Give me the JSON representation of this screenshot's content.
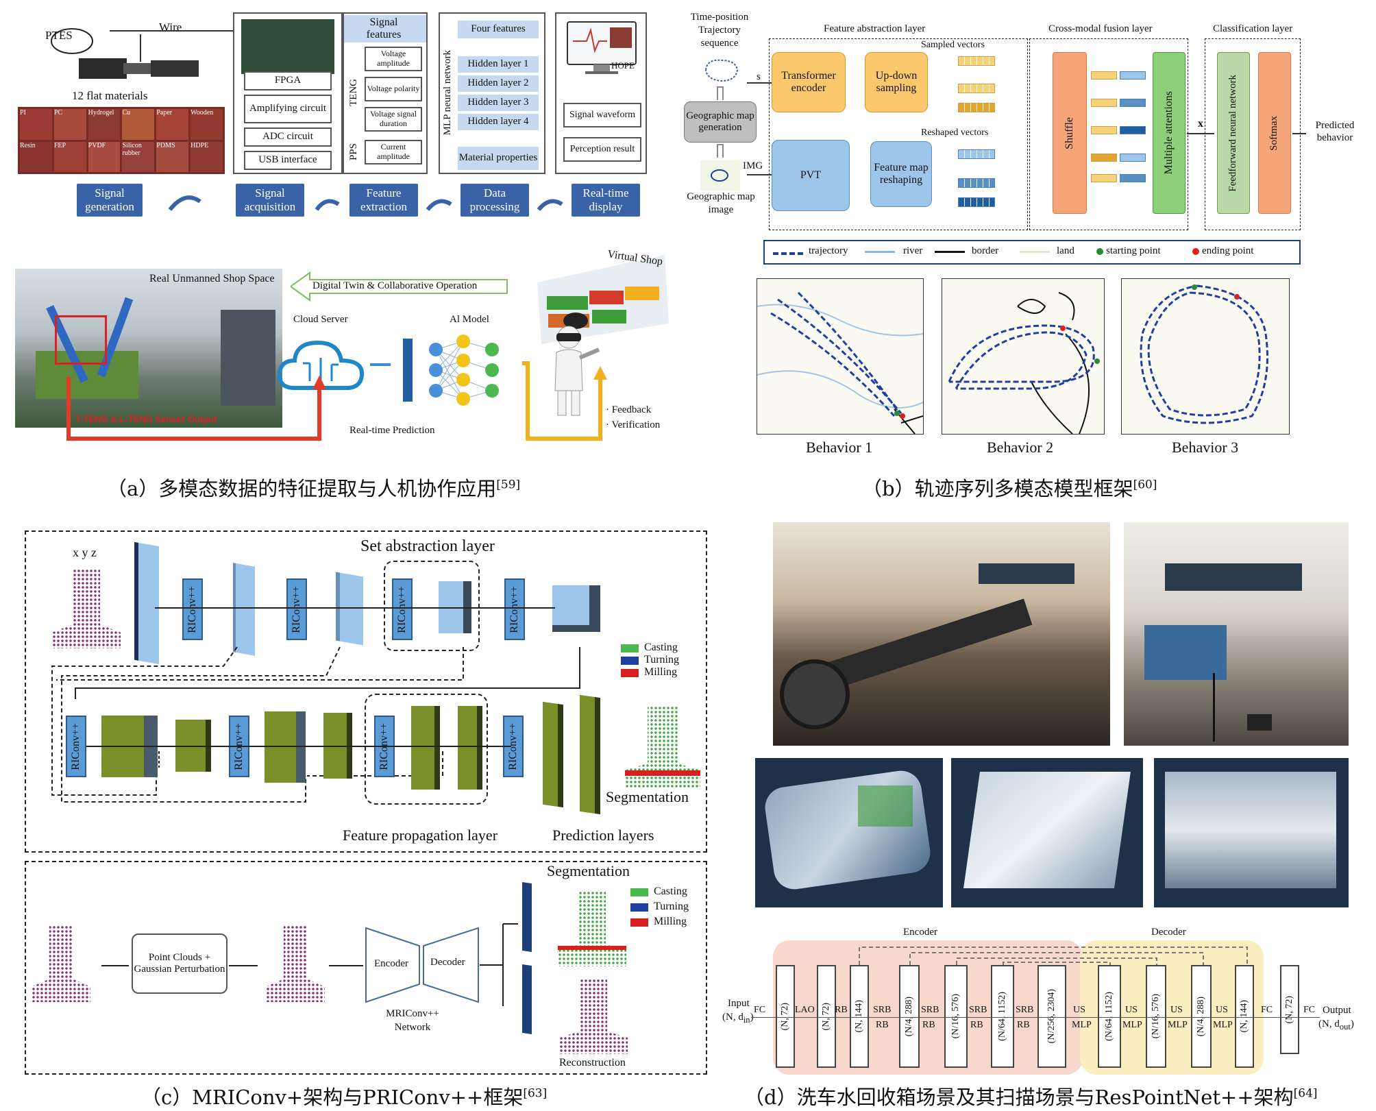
{
  "panel_a": {
    "ptes": "PTES",
    "wire": "Wire",
    "flat_materials": "12 flat materials",
    "material_tiles": [
      "PI",
      "PC",
      "Hydrogel",
      "Cu",
      "Paper",
      "Wooden",
      "Resin",
      "FEP",
      "PVDF",
      "Silicon rubber",
      "PDMS",
      "HDPE"
    ],
    "acquisition_boxes": [
      "FPGA",
      "Amplifying circuit",
      "ADC circuit",
      "USB interface"
    ],
    "signal_features": "Signal features",
    "teng": "TENG",
    "pps": "PPS",
    "feature_items": [
      "Voltage amplitude",
      "Voltage polarity",
      "Voltage signal duration",
      "Current amplitude"
    ],
    "mlp": "MLP neural network",
    "four_features": "Four features",
    "hidden_layers": [
      "Hidden layer 1",
      "Hidden layer 2",
      "Hidden layer 3",
      "Hidden layer 4"
    ],
    "material_properties": "Material properties",
    "hope": "HOPE",
    "signal_waveform": "Signal waveform",
    "perception_result": "Perception result",
    "stages": [
      "Signal generation",
      "Signal acquisition",
      "Feature extraction",
      "Data processing",
      "Real-time display"
    ],
    "real_shop": "Real Unmanned Shop Space",
    "digital_twin": "Digital Twin & Collaborative Operation",
    "virtual_shop": "Virtual Shop",
    "cloud_server": "Cloud Server",
    "ai_model": "Al Model",
    "realtime_prediction": "Real-time Prediction",
    "sensor_output": "T-TENG & L-TENG Sensor Output",
    "feedback": "· Feedback",
    "verification": "· Verification",
    "caption": "（a）多模态数据的特征提取与人机协作应用",
    "ref": "[59]"
  },
  "panel_b": {
    "time_position": "Time-position Trajectory sequence",
    "geo_map_gen": "Geographic map generation",
    "geo_map_image": "Geographic map image",
    "feature_abstraction": "Feature abstraction layer",
    "cross_modal": "Cross-modal fusion layer",
    "classification": "Classification layer",
    "sampled_vectors": "Sampled vectors",
    "reshaped_vectors": "Reshaped vectors",
    "s": "s",
    "img": "IMG",
    "transformer": "Transformer encoder",
    "updown": "Up-down sampling",
    "pvt": "PVT",
    "fmr": "Feature map reshaping",
    "shuffle": "Shuffle",
    "multi_attn": "Multiple attentions",
    "x": "x",
    "ffn": "Feedforward neural network",
    "softmax": "Softmax",
    "predicted": "Predicted behavior",
    "legend": [
      "trajectory",
      "river",
      "border",
      "land",
      "starting point",
      "ending point"
    ],
    "behaviors": [
      "Behavior 1",
      "Behavior 2",
      "Behavior 3"
    ],
    "caption": "（b）轨迹序列多模态模型框架",
    "ref": "[60]"
  },
  "panel_c": {
    "xyz": "x y z",
    "set_abstraction": "Set abstraction layer",
    "ric": "RIConv++",
    "legend": [
      "Casting",
      "Turning",
      "Milling"
    ],
    "feature_propagation": "Feature propagation layer",
    "prediction_layers": "Prediction layers",
    "segmentation": "Segmentation",
    "pc_gauss": "Point Clouds + Gaussian Perturbation",
    "encoder": "Encoder",
    "decoder": "Decoder",
    "network": "MRIConv++ Network",
    "reconstruction": "Reconstruction",
    "caption": "（c）MRIConv+架构与PRIConv++框架",
    "ref": "[63]"
  },
  "panel_d": {
    "encoder": "Encoder",
    "decoder": "Decoder",
    "input": "Input",
    "input_dim": "(N, d",
    "output": "Output",
    "output_dim": "(N, d",
    "layers": [
      "(N, 72)",
      "(N, 72)",
      "(N, 144)",
      "(N/4, 288)",
      "(N/16, 576)",
      "(N/64, 1152)",
      "(N/256, 2304)",
      "(N/64, 1152)",
      "(N/16, 576)",
      "(N/4, 288)",
      "(N, 144)",
      "(N, 72)"
    ],
    "ops": [
      "FC",
      "LAO",
      "RB",
      "SRB",
      "SRB",
      "SRB",
      "SRB",
      "US",
      "US",
      "US",
      "US",
      "FC",
      "FC"
    ],
    "ops2": [
      "RB",
      "RB",
      "RB",
      "RB",
      "MLP",
      "MLP",
      "MLP",
      "MLP"
    ],
    "caption": "（d）洗车水回收箱场景及其扫描场景与ResPointNet++架构",
    "ref": "[64]"
  }
}
